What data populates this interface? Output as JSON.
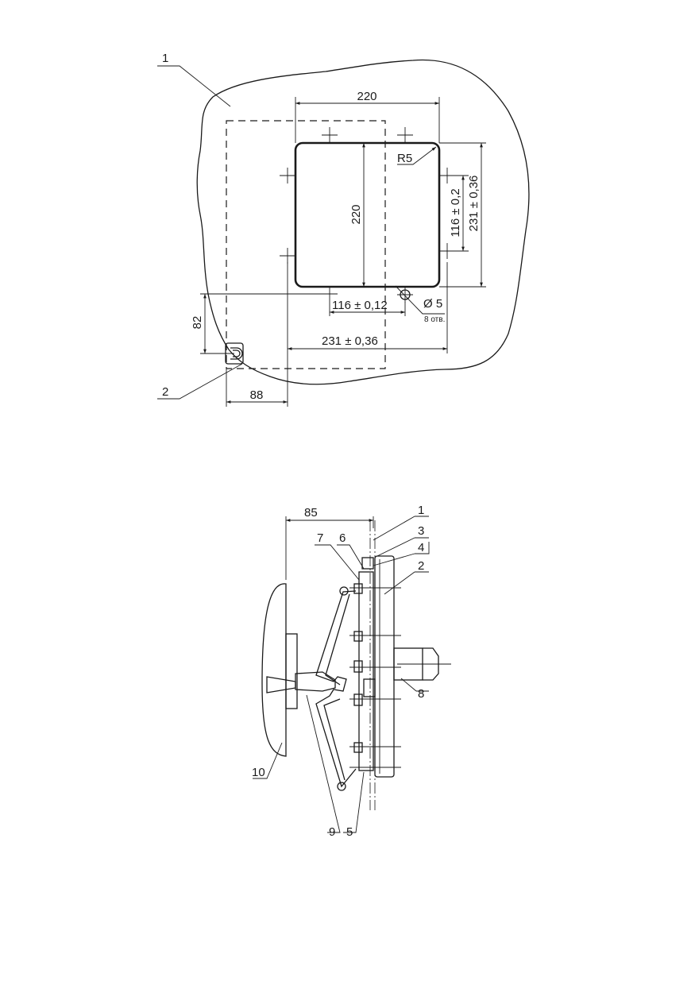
{
  "top_view": {
    "callouts": {
      "wall": "1",
      "bracket": "2"
    },
    "dims": {
      "cutout_width": "220",
      "cutout_height": "220",
      "corner_radius": "R5",
      "hole_spacing_v": "116 ± 0,2",
      "outer_spacing_v": "231 ± 0,36",
      "hole_spacing_h": "116 ± 0,12",
      "hole_dia": "Ø 5",
      "hole_count": "8 отв.",
      "outer_spacing_h": "231 ± 0,36",
      "bracket_height": "82",
      "bracket_offset": "88"
    }
  },
  "side_view": {
    "dims": {
      "depth": "85"
    },
    "callouts": {
      "c1": "1",
      "c2": "2",
      "c3": "3",
      "c4": "4",
      "c5": "5",
      "c6": "6",
      "c7": "7",
      "c8": "8",
      "c9": "9",
      "c10": "10"
    }
  }
}
